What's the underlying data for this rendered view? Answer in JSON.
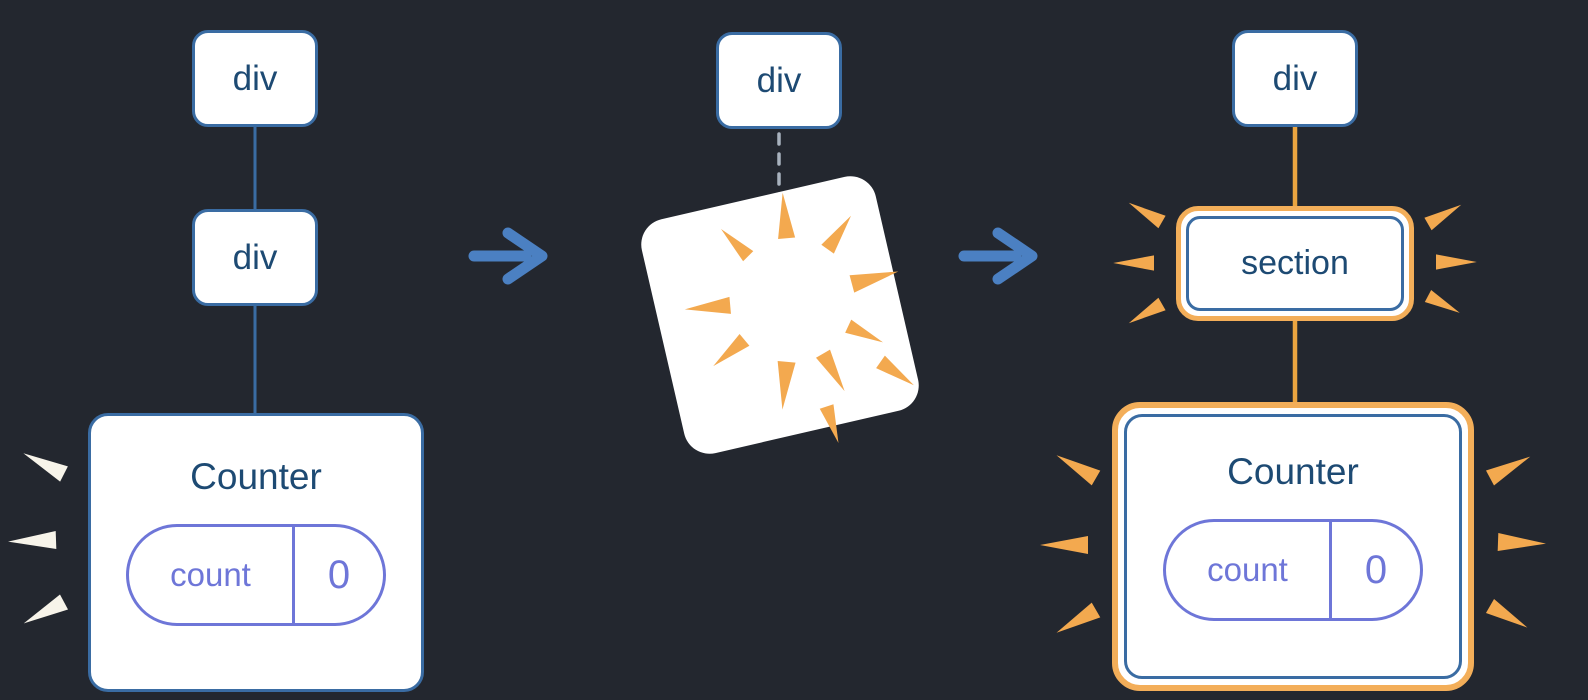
{
  "stage": {
    "before": {
      "node1_label": "div",
      "node2_label": "div",
      "counter": {
        "title": "Counter",
        "state_key": "count",
        "state_value": "0"
      }
    },
    "during": {
      "node_label": "div"
    },
    "after": {
      "node_label": "div",
      "section_label": "section",
      "counter": {
        "title": "Counter",
        "state_key": "count",
        "state_value": "0"
      }
    }
  },
  "colors": {
    "background": "#23272f",
    "node_border_blue": "#3a6ca3",
    "node_text_blue": "#1d4a73",
    "state_purple": "#6e76d8",
    "arrow_blue": "#4b80c2",
    "edge_blue": "#3a6ca3",
    "dashed_edge_gray": "#a8b2be",
    "highlight_orange": "#f3ae59",
    "sparkle_orange": "#f3a94f",
    "sparkle_white": "#f7f4ea"
  }
}
